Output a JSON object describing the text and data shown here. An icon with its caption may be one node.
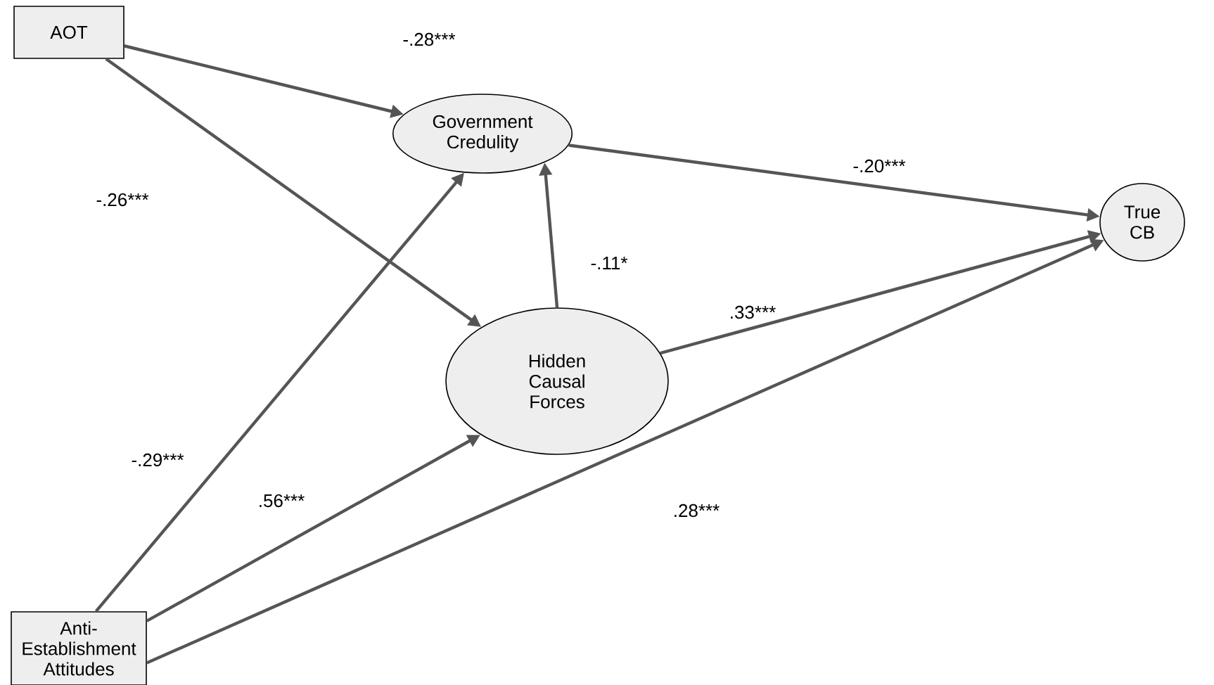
{
  "diagram": {
    "nodes": [
      {
        "text": [
          "AOT"
        ]
      },
      {
        "text": [
          "Government Credulity"
        ]
      },
      {
        "text": [
          "Hidden Causal Forces"
        ]
      },
      {
        "text": [
          "True CB"
        ]
      },
      {
        "text": [
          "Anti-Establishment Attitudes"
        ]
      }
    ],
    "edges": [
      {
        "from": 0,
        "to": 1,
        "arrow": "to",
        "label": "-.28***"
      },
      {
        "from": 0,
        "to": 2,
        "arrow": "to",
        "label": "-.26***"
      },
      {
        "from": 1,
        "to": 3,
        "arrow": "to",
        "label": "-.20***"
      },
      {
        "from": 2,
        "to": 1,
        "arrow": "to",
        "label": "-.11*"
      },
      {
        "from": 2,
        "to": 3,
        "arrow": "to",
        "label": ".33***"
      },
      {
        "from": 4,
        "to": 1,
        "arrow": "to",
        "label": "-.29***"
      },
      {
        "from": 4,
        "to": 2,
        "arrow": "to",
        "label": ".56***"
      },
      {
        "from": 4,
        "to": 3,
        "arrow": "to",
        "label": ".28***"
      }
    ]
  }
}
